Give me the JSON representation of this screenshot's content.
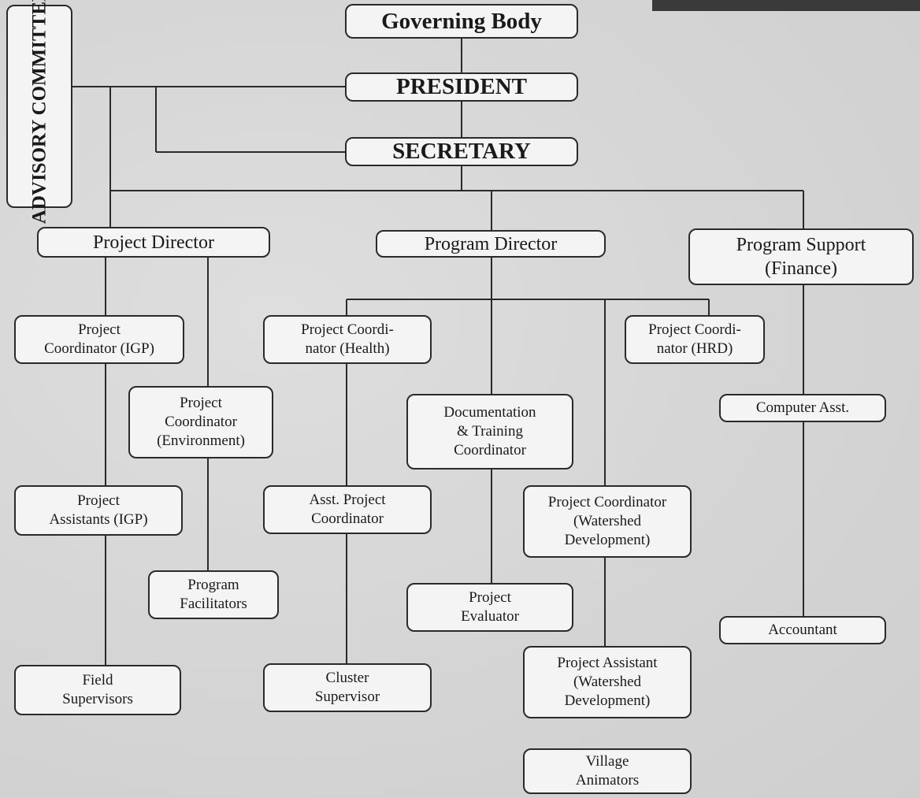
{
  "nodes": {
    "governing_body": "Governing Body",
    "president": "PRESIDENT",
    "secretary": "SECRETARY",
    "advisory": "ADVISORY\nCOMMITTEE",
    "project_director": "Project Director",
    "program_director": "Program Director",
    "program_support": "Program Support\n(Finance)",
    "pc_igp": "Project\nCoordinator (IGP)",
    "pc_env": "Project\nCoordinator\n(Environment)",
    "pa_igp": "Project\nAssistants (IGP)",
    "program_facilitators": "Program\nFacilitators",
    "field_supervisors": "Field\nSupervisors",
    "pc_health": "Project Coordi-\nnator (Health)",
    "asst_pc": "Asst. Project\nCoordinator",
    "cluster_supervisor": "Cluster\nSupervisor",
    "doc_training": "Documentation\n& Training\nCoordinator",
    "project_evaluator": "Project\nEvaluator",
    "pc_hrd": "Project Coordi-\nnator (HRD)",
    "pc_watershed": "Project Coordinator\n(Watershed\nDevelopment)",
    "pa_watershed": "Project Assistant\n(Watershed\nDevelopment)",
    "village_animators": "Village\nAnimators",
    "computer_asst": "Computer Asst.",
    "accountant": "Accountant"
  }
}
